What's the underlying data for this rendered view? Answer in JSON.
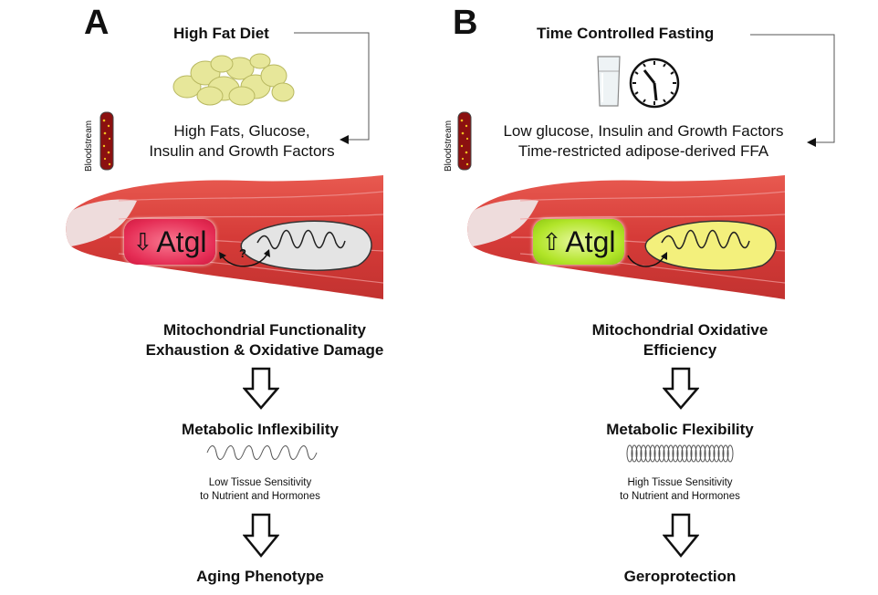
{
  "panelA": {
    "letter": "A",
    "diet": "High Fat Diet",
    "bloodstream_label": "Bloodstream",
    "blood_line1": "High Fats, Glucose,",
    "blood_line2": "Insulin and Growth Factors",
    "atgl_label": "Atgl",
    "atgl_arrow": "⇩",
    "question_mark": "?",
    "mito_line1": "Mitochondrial Functionality",
    "mito_line2": "Exhaustion & Oxidative Damage",
    "metabolic": "Metabolic Inflexibility",
    "sensitivity_line1": "Low Tissue Sensitivity",
    "sensitivity_line2": "to Nutrient and Hormones",
    "outcome": "Aging Phenotype"
  },
  "panelB": {
    "letter": "B",
    "intervention": "Time Controlled Fasting",
    "bloodstream_label": "Bloodstream",
    "blood_line1": "Low glucose, Insulin and Growth Factors",
    "blood_line2": "Time-restricted adipose-derived FFA",
    "atgl_label": "Atgl",
    "atgl_arrow": "⇧",
    "mito_line1": "Mitochondrial Oxidative",
    "mito_line2": "Efficiency",
    "metabolic": "Metabolic Flexibility",
    "sensitivity_line1": "High Tissue Sensitivity",
    "sensitivity_line2": "to Nutrient and Hormones",
    "outcome": "Geroprotection"
  },
  "colors": {
    "muscle_red": "#d8393a",
    "atgl_low": "#e8305a",
    "atgl_high": "#a8e020",
    "mito_grey": "#e2e2e2",
    "mito_yellow": "#f2f07a"
  }
}
